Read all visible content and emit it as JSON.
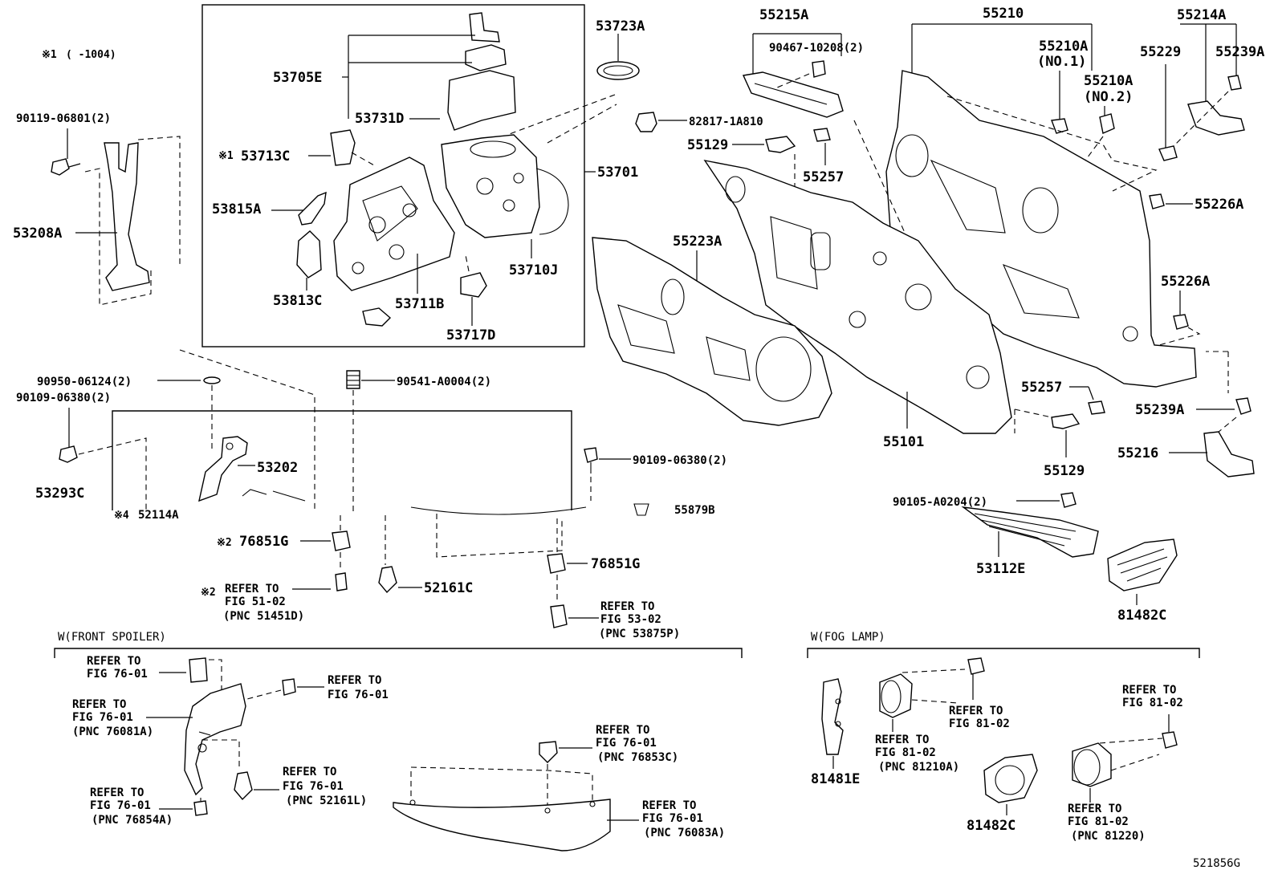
{
  "labels": {
    "l53723A": "53723A",
    "l53705E": "53705E",
    "l53731D": "53731D",
    "l53713C": "53713C",
    "l53815A": "53815A",
    "l53813C": "53813C",
    "l53711B": "53711B",
    "l53717D": "53717D",
    "l53701": "53701",
    "l53710J": "53710J",
    "l82817": "82817-1A810",
    "l90119": "90119-06801(2)",
    "l53208A": "53208A",
    "l55215A": "55215A",
    "l90467": "90467-10208(2)",
    "l55210": "55210",
    "l55210A1": "55210A",
    "l55210A1n": "(NO.1)",
    "l55210A2": "55210A",
    "l55210A2n": "(NO.2)",
    "l55214A": "55214A",
    "l55229": "55229",
    "l55239A1": "55239A",
    "l55129a": "55129",
    "l55257a": "55257",
    "l55226A1": "55226A",
    "l55223A": "55223A",
    "l55226A2": "55226A",
    "l55257b": "55257",
    "l55239A2": "55239A",
    "l55101": "55101",
    "l55129b": "55129",
    "l55216": "55216",
    "l90950": "90950-06124(2)",
    "l90541": "90541-A0004(2)",
    "l90109a": "90109-06380(2)",
    "l53202": "53202",
    "l53293C": "53293C",
    "l52114A": "52114A",
    "l90109b": "90109-06380(2)",
    "l55879": "55879B",
    "l90105": "90105-A0204(2)",
    "l53112E": "53112E",
    "l81482C1": "81482C",
    "l76851G1": "76851G",
    "l76851G2": "76851G",
    "l52161C": "52161C",
    "l81481E": "81481E",
    "l81482C2": "81482C"
  },
  "markers": {
    "m1_header": "※1",
    "m1_range": "(       -1004)",
    "m1_53713C": "※1",
    "m2_76851G": "※2",
    "m2_refer": "※2",
    "m4_52114A": "※4"
  },
  "refs": {
    "r51_1": "REFER TO",
    "r51_2": "FIG 51-02",
    "r51_3": "(PNC 51451D)",
    "r53_1": "REFER TO",
    "r53_2": "FIG 53-02",
    "r53_3": "(PNC 53875P)",
    "fs_a1": "REFER TO",
    "fs_a2": "FIG 76-01",
    "fs_b1": "REFER TO",
    "fs_b2": "FIG 76-01",
    "fs_c1": "REFER TO",
    "fs_c2": "FIG 76-01",
    "fs_c3": "(PNC 76081A)",
    "fs_d1": "REFER TO",
    "fs_d2": "FIG 76-01",
    "fs_d3": "(PNC 76854A)",
    "fs_e1": "REFER TO",
    "fs_e2": "FIG 76-01",
    "fs_e3": "(PNC 52161L)",
    "fs_f1": "REFER TO",
    "fs_f2": "FIG 76-01",
    "fs_f3": "(PNC 76853C)",
    "fs_g1": "REFER TO",
    "fs_g2": "FIG 76-01",
    "fs_g3": "(PNC 76083A)",
    "fl_a1": "REFER TO",
    "fl_a2": "FIG 81-02",
    "fl_b1": "REFER TO",
    "fl_b2": "FIG 81-02",
    "fl_b3": "(PNC 81210A)",
    "fl_c1": "REFER TO",
    "fl_c2": "FIG 81-02",
    "fl_d1": "REFER TO",
    "fl_d2": "FIG 81-02",
    "fl_d3": "(PNC 81220)"
  },
  "sections": {
    "front_spoiler": "W(FRONT SPOILER)",
    "fog_lamp": "W(FOG LAMP)"
  },
  "diagram_id": "521856G"
}
